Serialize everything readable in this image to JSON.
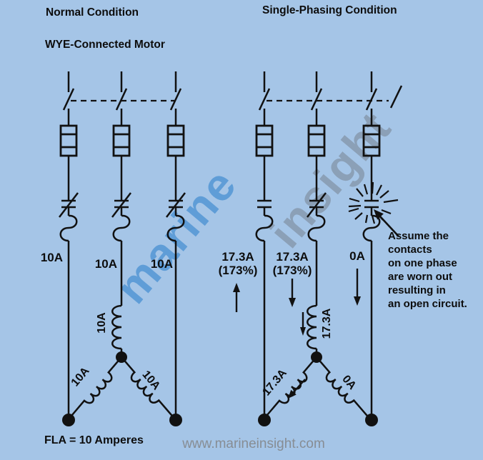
{
  "watermark": {
    "word1": "marine",
    "word2": "insight",
    "url": "www.marineinsight.com"
  },
  "left": {
    "title": "Normal Condition",
    "subtitle": "WYE-Connected Motor",
    "line1_current": "10A",
    "line2_current": "10A",
    "line3_current": "10A",
    "winding_middle": "10A",
    "winding_left": "10A",
    "winding_right": "10A",
    "footer": "FLA = 10 Amperes"
  },
  "right": {
    "title": "Single-Phasing Condition",
    "line1_current": "17.3A",
    "line1_percent": "(173%)",
    "line2_current": "17.3A",
    "line2_percent": "(173%)",
    "line3_current": "0A",
    "winding_middle": "17.3A",
    "winding_left": "17.3A",
    "winding_right": "0A",
    "annotation_lines": [
      "Assume the",
      "contacts",
      "on one phase",
      "are worn out",
      "resulting in",
      "an open circuit."
    ]
  },
  "colors": {
    "background": "#a5c5e7",
    "line": "#111111"
  }
}
